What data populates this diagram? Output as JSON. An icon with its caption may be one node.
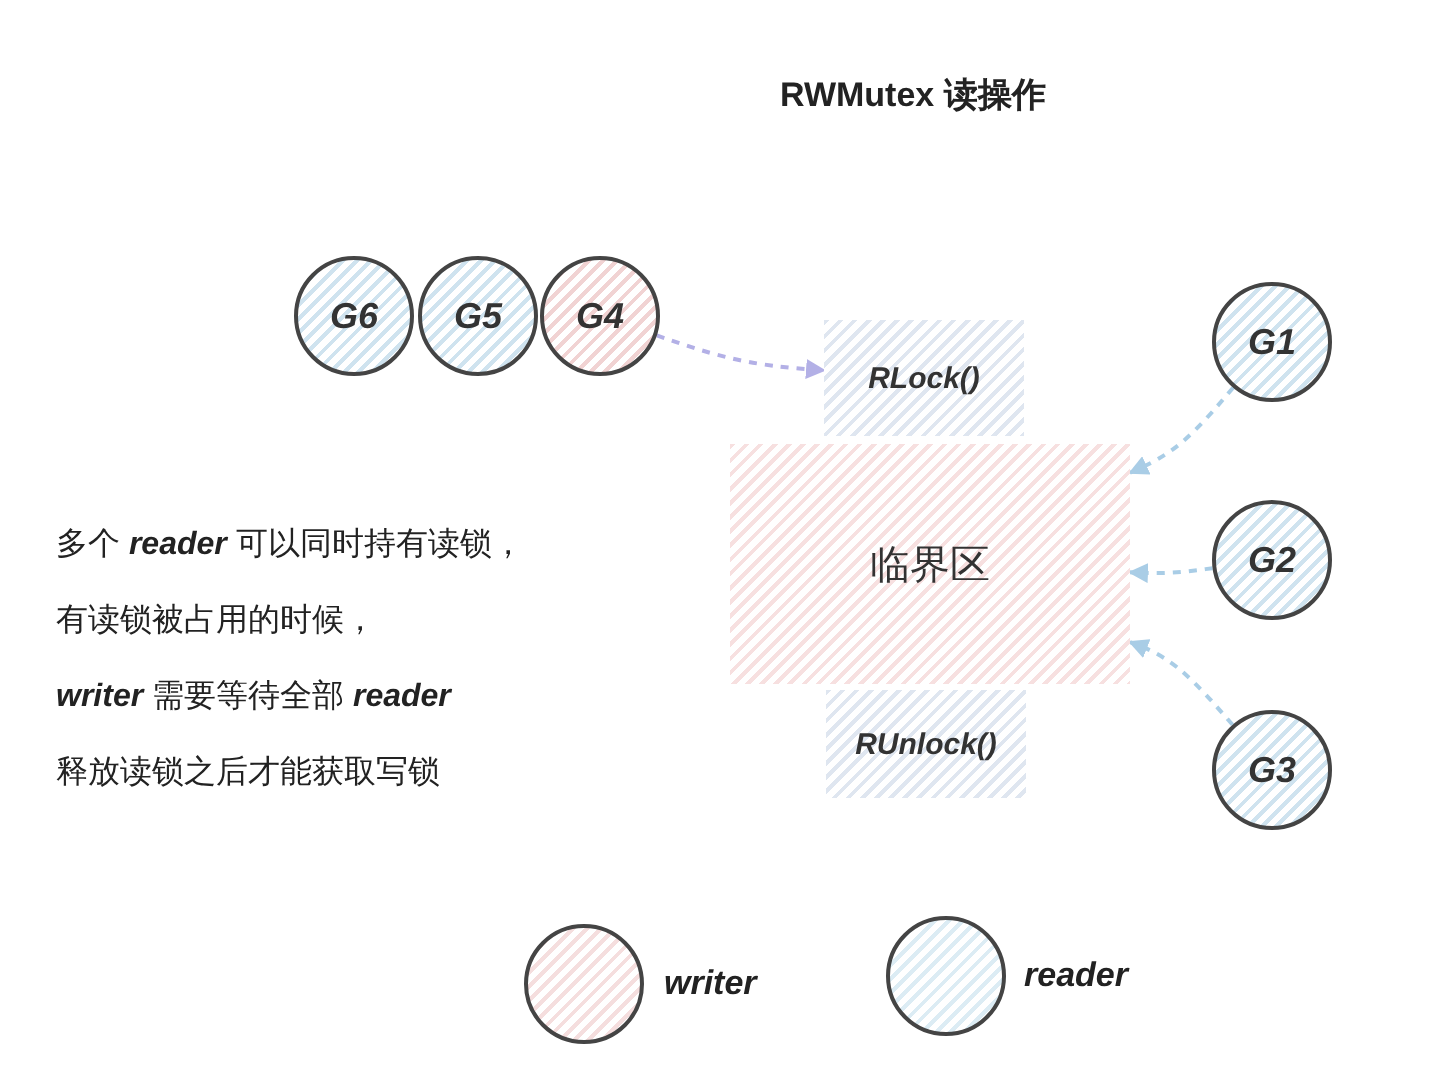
{
  "diagram": {
    "title": "RWMutex 读操作",
    "nodes": [
      {
        "text": [
          "G6"
        ]
      },
      {
        "text": [
          "G5"
        ]
      },
      {
        "text": [
          "G4"
        ]
      },
      {
        "text": [
          "RLock()"
        ]
      },
      {
        "text": [
          "临界区"
        ]
      },
      {
        "text": [
          "RUnlock()"
        ]
      },
      {
        "text": [
          "G1"
        ]
      },
      {
        "text": [
          "G2"
        ]
      },
      {
        "text": [
          "G3"
        ]
      }
    ],
    "edges": [
      {
        "from": 2,
        "to": 3,
        "arrow": "to",
        "style": "dashed",
        "color": "#b3b0e6"
      },
      {
        "from": 6,
        "to": 4,
        "arrow": "to",
        "style": "dashed"
      },
      {
        "from": 7,
        "to": 4,
        "arrow": "to",
        "style": "dashed"
      },
      {
        "from": 8,
        "to": 4,
        "arrow": "to",
        "style": "dashed"
      }
    ],
    "labels": [
      "多个 **reader** 可以同时持有读锁，",
      "有读锁被占用的时候，",
      "**writer** 需要等待全部 **reader**",
      "释放读锁之后才能获取写锁"
    ],
    "legend": [
      {
        "text": "writer",
        "color": "#f5dede"
      },
      {
        "text": "reader",
        "color": "#dcecf4"
      }
    ]
  }
}
